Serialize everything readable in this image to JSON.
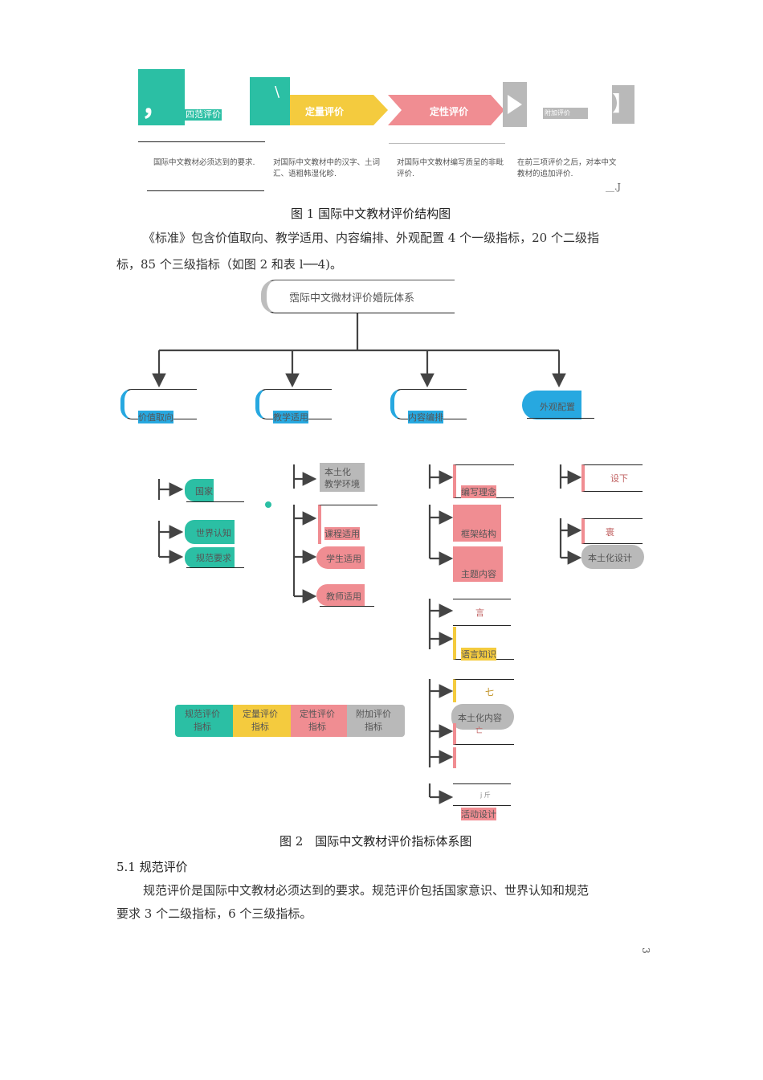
{
  "fig1": {
    "stage_norm": "四范评价",
    "stage_quant": "定量评价",
    "stage_qual": "定性评价",
    "stage_add": "附加评价",
    "glyph_comma": "，",
    "glyph_tick": "\\",
    "glyph_bracket": "】",
    "desc1": "国际中文教材必须达到的要求.",
    "desc2": "对国际中文教材中的汉字、土词汇、语粗韩湿化畛.",
    "desc3": "对国际中文教材编写质呈的非毗评价.",
    "desc4": "在前三项评价之后，对本中文教材的追加评价.",
    "corner_mark": "__.J",
    "caption": "图 1 国际中文教材评价结构图"
  },
  "para1_line1": "《标准》包含价值取向、教学适用、内容编排、外观配置 4 个一级指标，20 个二级指",
  "para1_line2": "标，85 个三级指标（如图 2 和表 l──4)。",
  "fig2": {
    "root": "霑际中文微材评价婚阮体系",
    "level1": [
      "价值取向",
      "教学适用",
      "内容编排",
      "外观配置"
    ],
    "col1": [
      "国家",
      "世界认知",
      "规范要求"
    ],
    "col2": [
      "本土化\n教学环境",
      "课程适用",
      "学生适用",
      "教师适用"
    ],
    "col3": [
      "编写理念",
      "框架结构",
      "主题内容",
      "言",
      "语言知识",
      "七",
      "本土化内容",
      "亡",
      "j 斤",
      "活动设计"
    ],
    "col4": [
      "设下",
      "寰",
      "本土化设计"
    ],
    "legend": [
      "规范评价\n指标",
      "定量评价\n指标",
      "定性评价\n指标",
      "附加评价\n指标"
    ],
    "caption": "图 2　国际中文教材评价指标体系图"
  },
  "section_heading": "5.1 规范评价",
  "para2_line1": "规范评价是国际中文教材必须达到的要求。规范评价包括国家意识、世界认知和规范",
  "para2_line2": "要求 3 个二级指标，6 个三级指标。",
  "page_number": "3",
  "colors": {
    "teal": "#2bbfa4",
    "yellow": "#f4cb3e",
    "pink": "#f08d92",
    "gray": "#b9b9b9",
    "blue": "#27a8e0"
  }
}
